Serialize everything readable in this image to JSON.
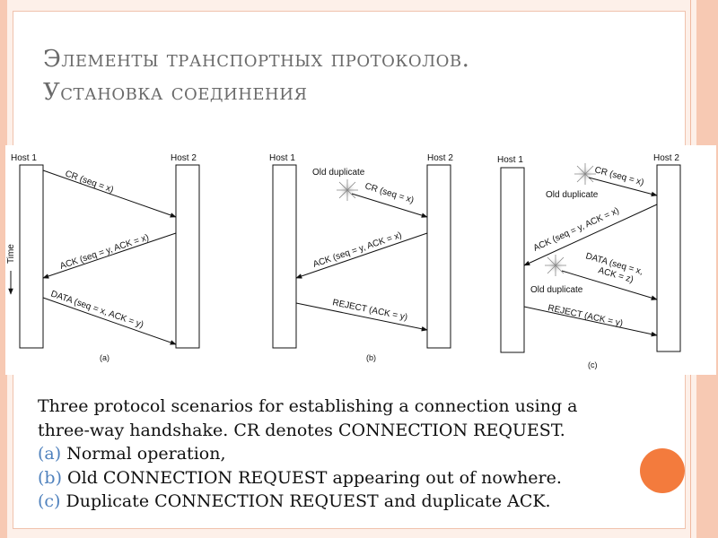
{
  "title": {
    "line1": "Элементы транспортных протоколов.",
    "line2": "Установка соединения"
  },
  "figure": {
    "panels": [
      {
        "label": "(a)",
        "host1": "Host 1",
        "host2": "Host 2",
        "time_label": "Time",
        "messages": [
          "CR (seq = x)",
          "ACK (seq = y, ACK = x)",
          "DATA (seq = x, ACK = y)"
        ]
      },
      {
        "label": "(b)",
        "host1": "Host 1",
        "host2": "Host 2",
        "old_duplicate": "Old duplicate",
        "messages": [
          "CR (seq = x)",
          "ACK (seq = y, ACK = x)",
          "REJECT (ACK = y)"
        ]
      },
      {
        "label": "(c)",
        "host1": "Host 1",
        "host2": "Host 2",
        "old_duplicate_1": "Old duplicate",
        "old_duplicate_2": "Old duplicate",
        "messages": [
          "CR (seq = x)",
          "ACK (seq = y, ACK = x)",
          "DATA (seq = x,",
          "ACK = z)",
          "REJECT (ACK = y)"
        ]
      }
    ]
  },
  "caption": {
    "line1": "Three protocol scenarios for establishing a connection using a",
    "line2": "three-way handshake.  CR denotes CONNECTION REQUEST.",
    "line3_tag": "(a)",
    "line3_text": " Normal operation,",
    "line4_tag": "(b)",
    "line4_text": " Old CONNECTION REQUEST appearing out of nowhere.",
    "line5_tag": "(c)",
    "line5_text": " Duplicate CONNECTION REQUEST and duplicate ACK."
  },
  "colors": {
    "background": "#fdf0e9",
    "stripe": "#f7c9b3",
    "title_text": "#6a6a6a",
    "caption_tag": "#4f81bd",
    "accent_dot": "#f37b3d"
  }
}
